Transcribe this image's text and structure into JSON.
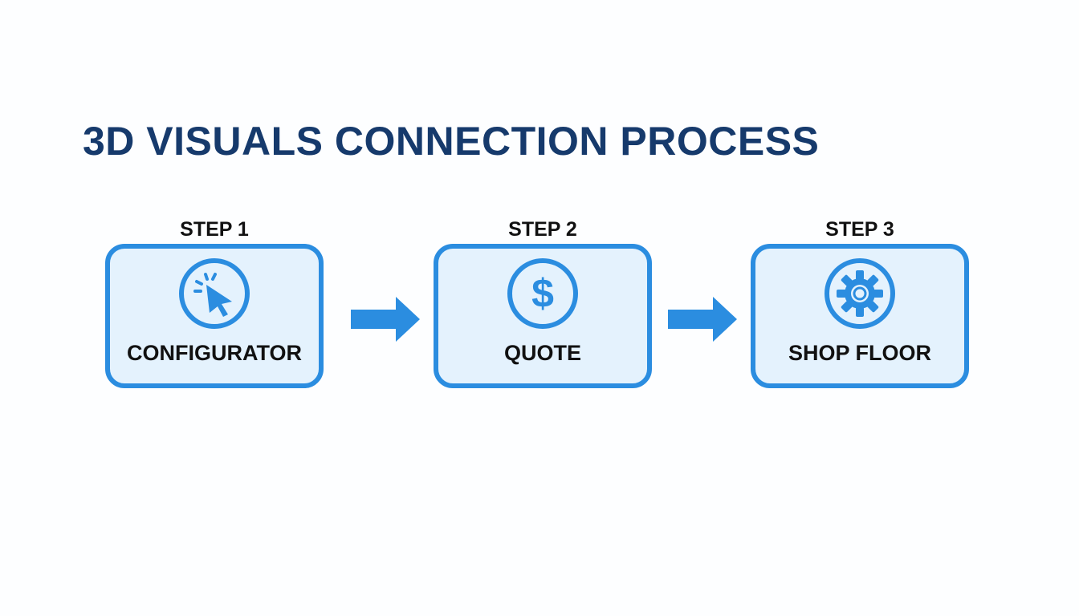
{
  "title": "3D VISUALS CONNECTION PROCESS",
  "colors": {
    "title": "#163a6c",
    "accent": "#2b8de0",
    "box_fill": "#e4f2fd",
    "text": "#111111"
  },
  "steps": [
    {
      "label": "STEP 1",
      "name": "CONFIGURATOR",
      "icon": "cursor-click-icon"
    },
    {
      "label": "STEP 2",
      "name": "QUOTE",
      "icon": "dollar-icon"
    },
    {
      "label": "STEP 3",
      "name": "SHOP FLOOR",
      "icon": "gear-icon"
    }
  ]
}
